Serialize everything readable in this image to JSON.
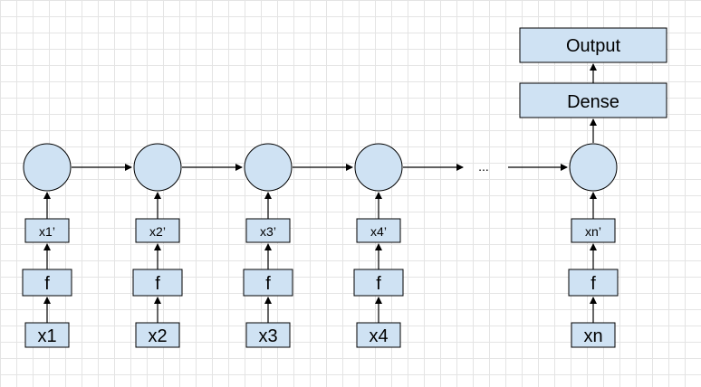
{
  "diagram": {
    "top_boxes": {
      "dense": "Dense",
      "output": "Output"
    },
    "ellipsis": "...",
    "columns": [
      {
        "input": "x1",
        "func": "f",
        "feature": "x1’"
      },
      {
        "input": "x2",
        "func": "f",
        "feature": "x2’"
      },
      {
        "input": "x3",
        "func": "f",
        "feature": "x3’"
      },
      {
        "input": "x4",
        "func": "f",
        "feature": "x4’"
      },
      {
        "input": "xn",
        "func": "f",
        "feature": "xn’"
      }
    ]
  }
}
